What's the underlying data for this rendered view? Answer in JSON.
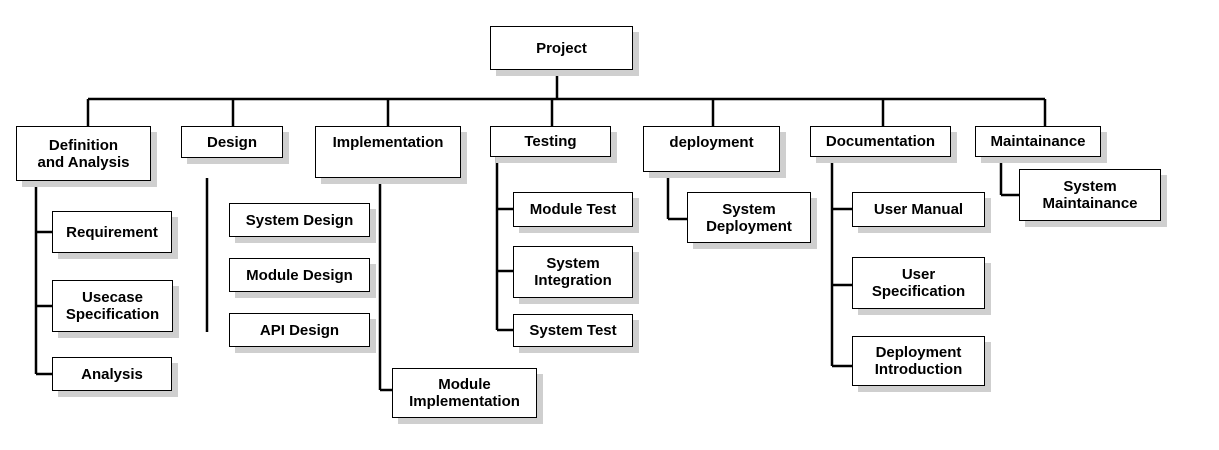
{
  "diagram": {
    "root": {
      "id": "root",
      "label": "Project"
    },
    "categories": [
      {
        "id": "definition",
        "label": "Definition\nand Analysis",
        "children": [
          {
            "id": "requirement",
            "label": "Requirement"
          },
          {
            "id": "usecase",
            "label": "Usecase\nSpecification"
          },
          {
            "id": "analysis",
            "label": "Analysis"
          }
        ]
      },
      {
        "id": "design",
        "label": "Design",
        "children": [
          {
            "id": "system-design",
            "label": "System Design"
          },
          {
            "id": "module-design",
            "label": "Module Design"
          },
          {
            "id": "api-design",
            "label": "API Design"
          }
        ]
      },
      {
        "id": "implementation",
        "label": "Implementation",
        "children": [
          {
            "id": "module-implementation",
            "label": "Module\nImplementation"
          }
        ]
      },
      {
        "id": "testing",
        "label": "Testing",
        "children": [
          {
            "id": "module-test",
            "label": "Module Test"
          },
          {
            "id": "system-integration",
            "label": "System\nIntegration"
          },
          {
            "id": "system-test",
            "label": "System Test"
          }
        ]
      },
      {
        "id": "deployment",
        "label": "deployment",
        "children": [
          {
            "id": "system-deployment",
            "label": "System\nDeployment"
          }
        ]
      },
      {
        "id": "documentation",
        "label": "Documentation",
        "children": [
          {
            "id": "user-manual",
            "label": "User Manual"
          },
          {
            "id": "user-specification",
            "label": "User\nSpecification"
          },
          {
            "id": "deployment-introduction",
            "label": "Deployment\nIntroduction"
          }
        ]
      },
      {
        "id": "maintainance",
        "label": "Maintainance",
        "children": [
          {
            "id": "system-maintainance",
            "label": "System\nMaintainance"
          }
        ]
      }
    ]
  }
}
